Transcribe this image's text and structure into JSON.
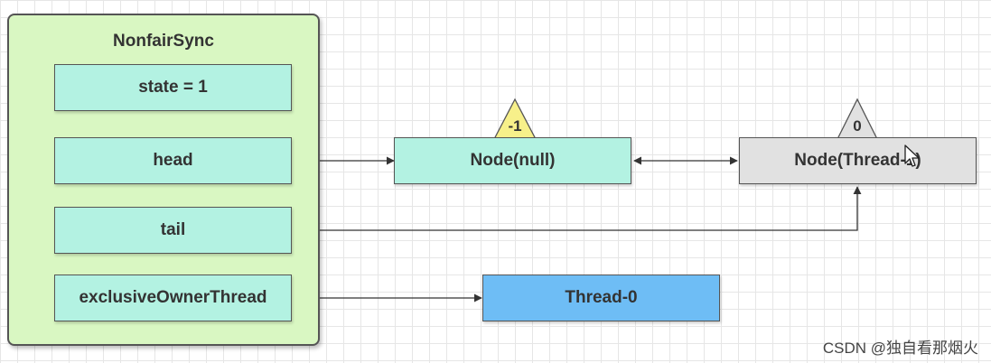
{
  "container": {
    "title": "NonfairSync"
  },
  "fields": {
    "state": "state = 1",
    "head": "head",
    "tail": "tail",
    "owner": "exclusiveOwnerThread"
  },
  "nodes": {
    "null_node": {
      "label": "Node(null)",
      "wait_status": "-1"
    },
    "thread1_node": {
      "label": "Node(Thread-1)",
      "wait_status": "0"
    },
    "thread0": {
      "label": "Thread-0"
    }
  },
  "colors": {
    "container_fill": "#d9f7c2",
    "field_fill": "#b3f2e2",
    "node_null_fill": "#b3f2e2",
    "node_thread1_fill": "#e1e1e1",
    "thread0_fill": "#6ebdf5",
    "status_triangle_yellow": "#f7f08a",
    "status_triangle_gray": "#e1e1e1"
  },
  "watermark": "CSDN @独自看那烟火"
}
